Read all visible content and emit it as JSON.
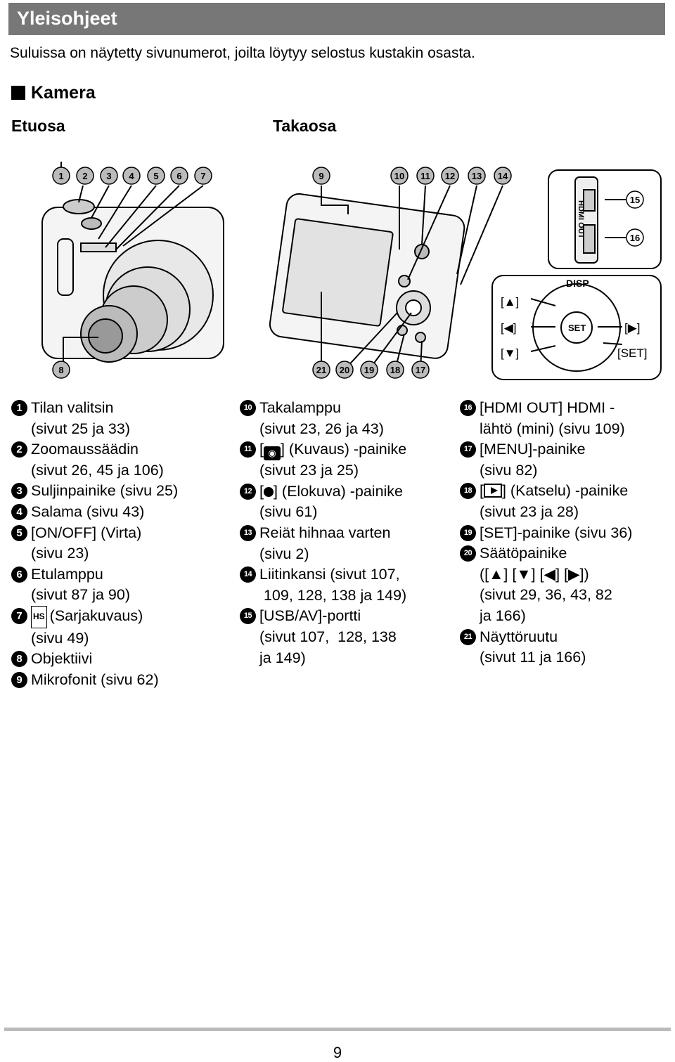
{
  "header": {
    "title": "Yleisohjeet"
  },
  "intro": "Suluissa on näytetty sivunumerot, joilta löytyy selostus kustakin osasta.",
  "section_title": "Kamera",
  "front_label": "Etuosa",
  "back_label": "Takaosa",
  "figure_labels": {
    "up": "[▲]",
    "left": "[◀]",
    "right": "[▶]",
    "down": "[▼]",
    "set_bracket": "[SET]",
    "disp": "DISP",
    "set": "SET",
    "hdmi": "HDMI OUT"
  },
  "figure_numbers": [
    "1",
    "2",
    "3",
    "4",
    "5",
    "6",
    "7",
    "8",
    "9",
    "10",
    "11",
    "12",
    "13",
    "14",
    "15",
    "16",
    "17",
    "18",
    "19",
    "20",
    "21"
  ],
  "items": [
    {
      "n": "1",
      "lines": [
        "Tilan valitsin",
        "(sivut 25 ja 33)"
      ]
    },
    {
      "n": "2",
      "lines": [
        "Zoomaussäädin",
        "(sivut 26, 45 ja 106)"
      ]
    },
    {
      "n": "3",
      "lines": [
        "Suljinpainike (sivu 25)"
      ]
    },
    {
      "n": "4",
      "lines": [
        "Salama (sivu 43)"
      ]
    },
    {
      "n": "5",
      "lines": [
        "[ON/OFF] (Virta)",
        "(sivu 23)"
      ]
    },
    {
      "n": "6",
      "lines": [
        "Etulamppu",
        "(sivut 87 ja 90)"
      ]
    },
    {
      "n": "7",
      "lines": [
        "(Sarjakuvaus)",
        "(sivu 49)"
      ]
    },
    {
      "n": "8",
      "lines": [
        "Objektiivi"
      ]
    },
    {
      "n": "9",
      "lines": [
        "Mikrofonit (sivu 62)"
      ]
    },
    {
      "n": "10",
      "lines": [
        "Takalamppu",
        "(sivut 23, 26 ja 43)"
      ]
    },
    {
      "n": "11",
      "lines": [
        "] (Kuvaus) -painike",
        "(sivut 23 ja 25)"
      ]
    },
    {
      "n": "12",
      "lines": [
        "] (Elokuva) -painike",
        "(sivu 61)"
      ]
    },
    {
      "n": "13",
      "lines": [
        "Reiät hihnaa varten",
        "(sivu 2)"
      ]
    },
    {
      "n": "14",
      "lines": [
        "Liitinkansi (sivut 107,",
        " 109, 128, 138 ja 149)"
      ]
    },
    {
      "n": "15",
      "lines": [
        "[USB/AV]-portti",
        "(sivut 107,  128, 138",
        "ja 149)"
      ]
    },
    {
      "n": "16",
      "lines": [
        "[HDMI OUT] HDMI -",
        "lähtö (mini) (sivu 109)"
      ]
    },
    {
      "n": "17",
      "lines": [
        "[MENU]-painike",
        "(sivu 82)"
      ]
    },
    {
      "n": "18",
      "lines": [
        "] (Katselu) -painike",
        "(sivut 23 ja 28)"
      ]
    },
    {
      "n": "19",
      "lines": [
        "[SET]-painike (sivu 36)"
      ]
    },
    {
      "n": "20",
      "lines": [
        "Säätöpainike",
        "([▲] [▼] [◀] [▶])",
        "(sivut 29, 36, 43, 82",
        "ja 166)"
      ]
    },
    {
      "n": "21",
      "lines": [
        "Näyttöruutu",
        "(sivut 11 ja 166)"
      ]
    }
  ],
  "page_number": "9"
}
